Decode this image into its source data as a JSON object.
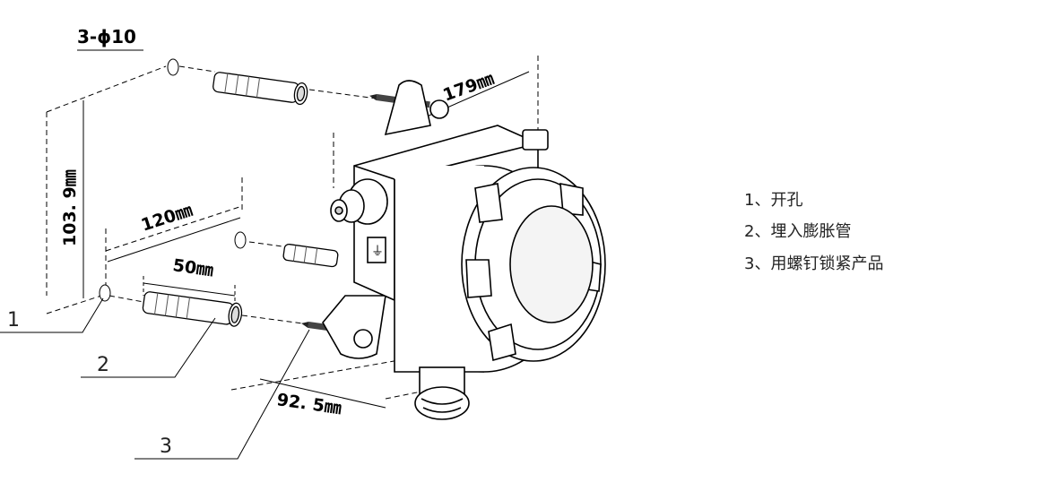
{
  "dimensions": {
    "hole_spec": "3-ϕ10",
    "depth_179": "179㎜",
    "height_103": "103. 9㎜",
    "spacing_120": "120㎜",
    "anchor_50": "50㎜",
    "bottom_92": "92. 5㎜"
  },
  "callouts": {
    "c1": "1",
    "c2": "2",
    "c3": "3"
  },
  "steps": [
    "1、开孔",
    "2、埋入膨胀管",
    "3、用螺钉锁紧产品"
  ]
}
